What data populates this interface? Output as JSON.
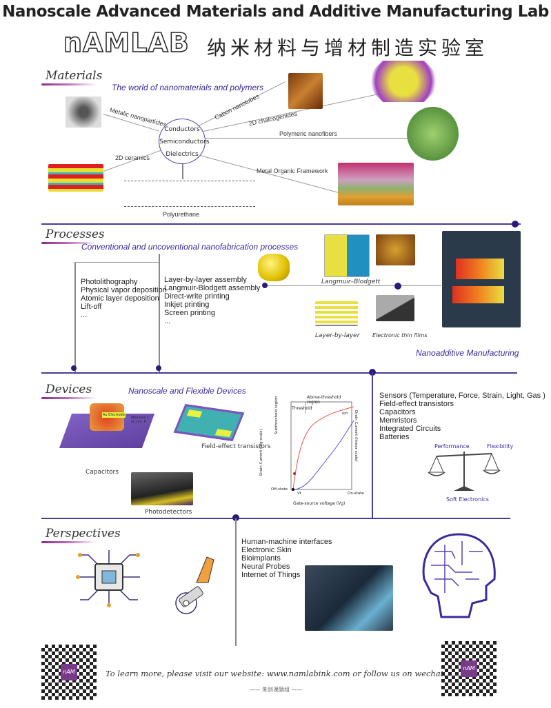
{
  "header": {
    "title": "Nanoscale Advanced Materials and Additive Manufacturing Lab",
    "logo": "nAMLAB",
    "chinese_title": "纳米材料与增材制造实验室"
  },
  "materials": {
    "label": "Materials",
    "subtitle": "The world of  nanomaterials and polymers",
    "hub": [
      "Conductors",
      "Semiconductors",
      "Dielectrics"
    ],
    "branches": [
      "Metalic nanoparticles",
      "Cabon nanotubes",
      "2D chalcogenides",
      "Polymeric nanofibers",
      "2D ceramics",
      "Metal Organic Framework",
      "Polyurethane"
    ]
  },
  "processes": {
    "label": "Processes",
    "subtitle": "Conventional and uncoventional nanofabrication processes",
    "conventional": [
      "Photolithography",
      "Physical vapor deposition",
      "Atomic layer deposition",
      "Lift-off",
      "..."
    ],
    "unconventional": [
      "Layer-by-layer assembly",
      "Langmuir-Blodgett assembly",
      "Direct-write printing",
      "Inkjet printing",
      "Screen printing",
      "..."
    ],
    "figures": [
      "Langmuir–Blodgett",
      "Layer-by-layer",
      "Electronic thin films"
    ],
    "additive": "Nanoadditive Manufacturing"
  },
  "devices": {
    "label": "Devices",
    "subtitle": "Nanoscale and Flexible Devices",
    "figures": [
      "Capacitors",
      "Field-effect transistors",
      "Photodetectors"
    ],
    "cap_labels": {
      "electrode": "Au Electrode",
      "measure": "Measure C or J vs. V"
    },
    "graph": {
      "above": "Above-threshold region",
      "threshold": "Threshold",
      "sub": "Subthreshold region",
      "yl": "Drain Current (log scale)",
      "yr": "Drain Current (linear scale)",
      "x": "Gate-source voltage (Vg)",
      "off": "Off-state",
      "on": "On-state",
      "vt": "Vt",
      "ion": "Ion"
    },
    "list": [
      "Sensors (Temperature, Force, Strain, Light, Gas )",
      "Field-effect transistors",
      "Capacitors",
      "Memristors",
      "Integrated Circuits",
      "Batteries"
    ],
    "scale": {
      "left": "Performance",
      "right": "Flexibility",
      "bottom": "Soft Electronics"
    }
  },
  "perspectives": {
    "label": "Perspectives",
    "list": [
      "Human-machine interfaces",
      "Electronic Skin",
      "Bioimplants",
      "Neural Probes",
      "Internet of Things"
    ]
  },
  "footer": {
    "text": "To learn more, please visit our website: www.namlabink.com or follow us on wechat.",
    "group": "—— 朱剑课题组 ——",
    "qr_logo": "nAM"
  },
  "colors": {
    "accent": "#3a2a9a",
    "dark_dot": "#2a1a7a"
  }
}
